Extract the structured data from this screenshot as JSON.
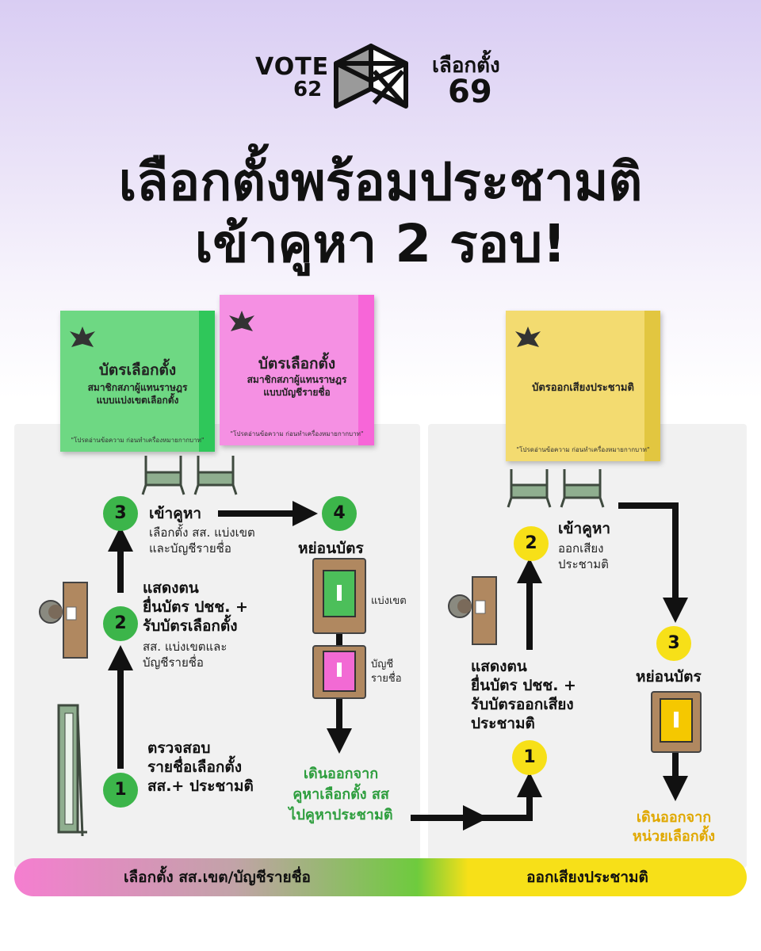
{
  "header": {
    "vote_text": "VOTE",
    "vote_num": "62",
    "election_text": "เลือกตั้ง",
    "election_num": "69",
    "title_line1": "เลือกตั้งพร้อมประชามติ",
    "title_line2": "เข้าคูหา 2 รอบ!"
  },
  "ballots": {
    "green": {
      "title": "บัตรเลือกตั้ง",
      "sub1": "สมาชิกสภาผู้แทนราษฎร",
      "sub2": "แบบแบ่งเขตเลือกตั้ง",
      "note": "\"โปรดอ่านข้อความ ก่อนทำเครื่องหมายกากบาท\"",
      "color": "#5fd47a"
    },
    "pink": {
      "title": "บัตรเลือกตั้ง",
      "sub1": "สมาชิกสภาผู้แทนราษฎร",
      "sub2": "แบบบัญชีรายชื่อ",
      "note": "\"โปรดอ่านข้อความ ก่อนทำเครื่องหมายกากบาท\"",
      "color": "#f58de0"
    },
    "yellow": {
      "title": "บัตรออกเสียงประชามติ",
      "note": "\"โปรดอ่านข้อความ ก่อนทำเครื่องหมายกากบาท\"",
      "color": "#f2d96b"
    }
  },
  "left": {
    "step1": {
      "num": "1",
      "line1": "ตรวจสอบ",
      "line2": "รายชื่อเลือกตั้ง",
      "line3": "สส.+ ประชามติ"
    },
    "step2": {
      "num": "2",
      "line1": "แสดงตน",
      "line2": "ยื่นบัตร ปชช. +",
      "line3": "รับบัตรเลือกตั้ง",
      "sub1": "สส. แบ่งเขตและ",
      "sub2": "บัญชีรายชื่อ"
    },
    "step3": {
      "num": "3",
      "title": "เข้าคูหา",
      "sub1": "เลือกตั้ง สส. แบ่งเขต",
      "sub2": "และบัญชีรายชื่อ"
    },
    "step4": {
      "num": "4",
      "title": "หย่อนบัตร",
      "box1": "แบ่งเขต",
      "box2a": "บัญชี",
      "box2b": "รายชื่อ"
    },
    "exit1": "เดินออกจาก",
    "exit2": "คูหาเลือกตั้ง สส",
    "exit3": "ไปคูหาประชามติ"
  },
  "right": {
    "step1": {
      "num": "1",
      "line1": "แสดงตน",
      "line2": "ยื่นบัตร ปชช. +",
      "line3": "รับบัตรออกเสียง",
      "line4": "ประชามติ"
    },
    "step2": {
      "num": "2",
      "title": "เข้าคูหา",
      "sub1": "ออกเสียง",
      "sub2": "ประชามติ"
    },
    "step3": {
      "num": "3",
      "title": "หย่อนบัตร"
    },
    "exit1": "เดินออกจาก",
    "exit2": "หน่วยเลือกตั้ง"
  },
  "bar": {
    "left": "เลือกตั้ง สส.เขต/บัญชีรายชื่อ",
    "right": "ออกเสียงประชามติ"
  }
}
